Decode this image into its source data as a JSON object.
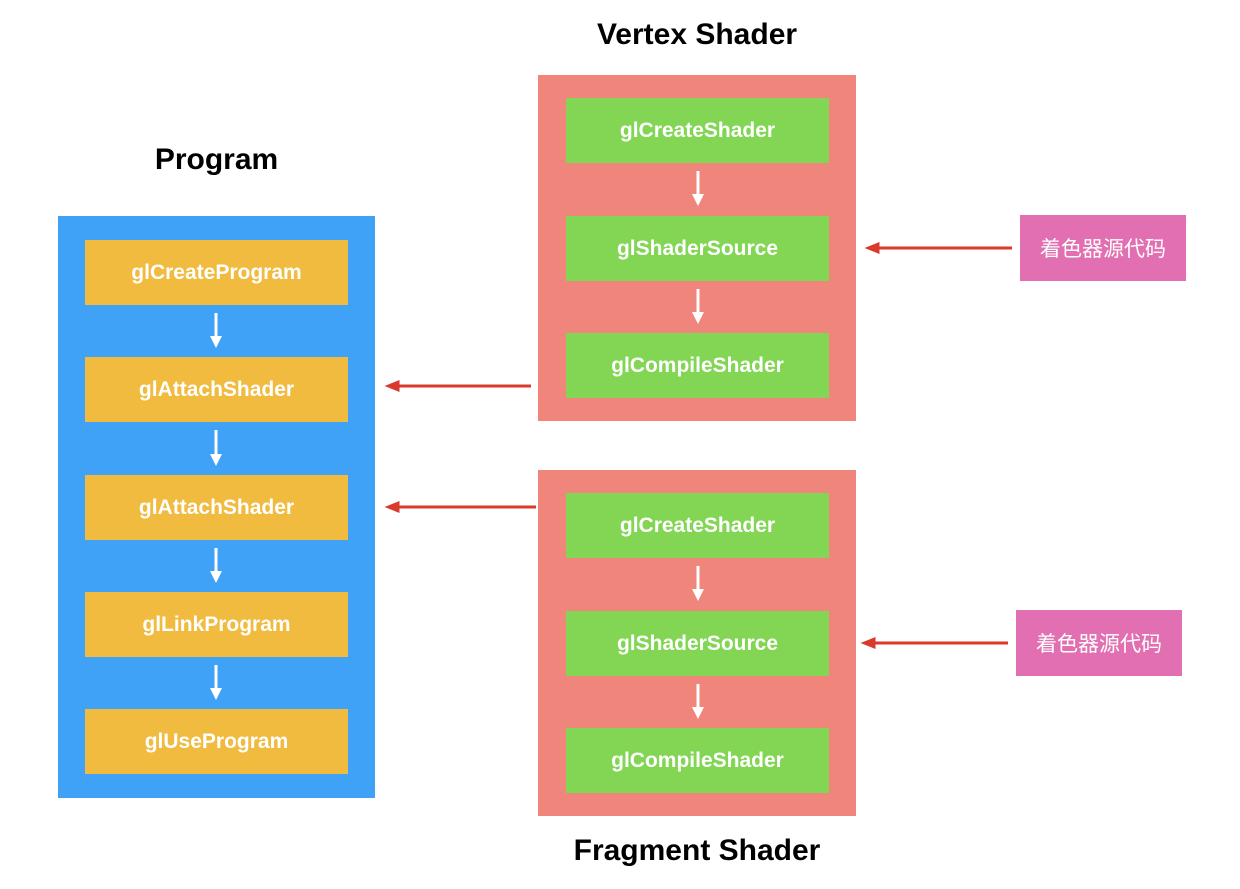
{
  "program": {
    "title": "Program",
    "steps": [
      "glCreateProgram",
      "glAttachShader",
      "glAttachShader",
      "glLinkProgram",
      "glUseProgram"
    ],
    "panel_color": "#3fa2f7",
    "step_color": "#f0bb3f"
  },
  "vertex": {
    "title": "Vertex Shader",
    "steps": [
      "glCreateShader",
      "glShaderSource",
      "glCompileShader"
    ],
    "source_label": "着色器源代码"
  },
  "fragment": {
    "title": "Fragment Shader",
    "steps": [
      "glCreateShader",
      "glShaderSource",
      "glCompileShader"
    ],
    "source_label": "着色器源代码"
  },
  "colors": {
    "shader_panel": "#ef857b",
    "shader_step": "#82d654",
    "source_tag": "#e26fb1",
    "connector_arrow": "#d93a2b",
    "flow_arrow": "#ffffff"
  }
}
